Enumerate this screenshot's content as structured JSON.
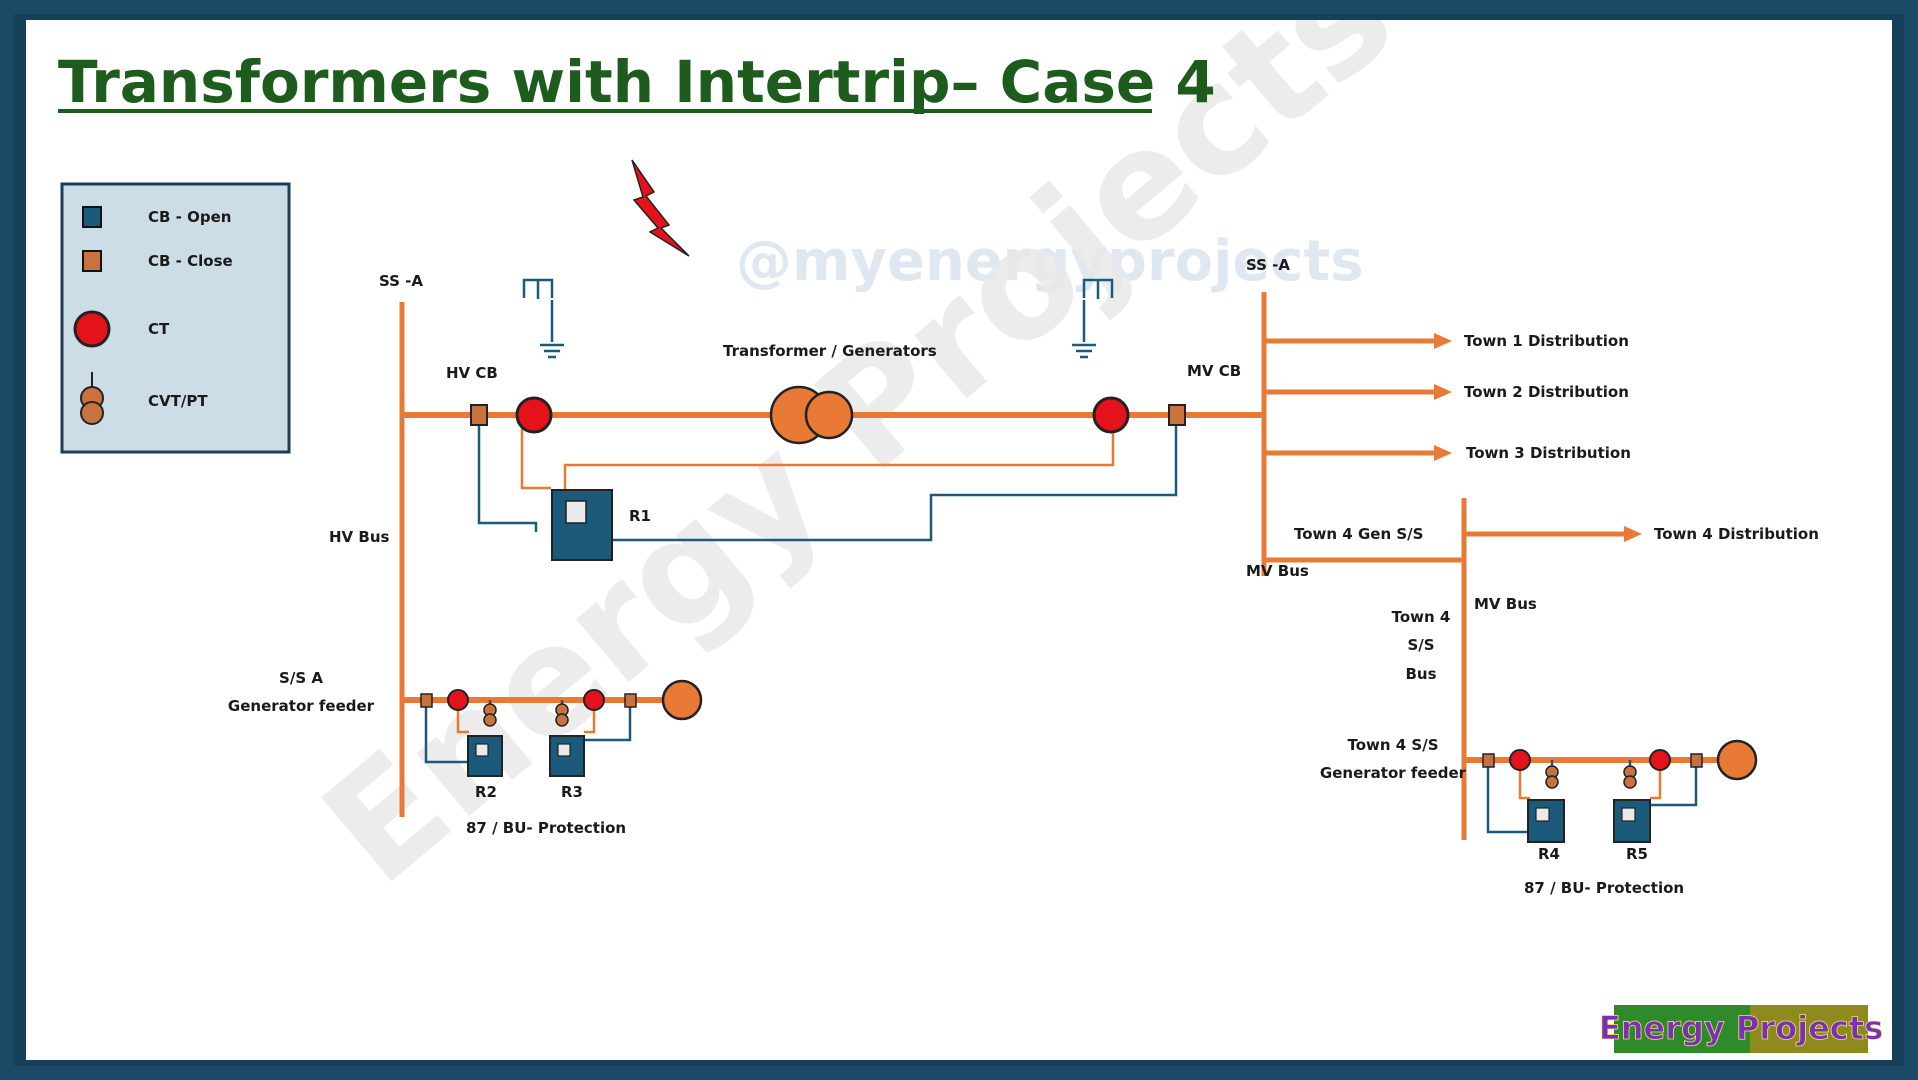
{
  "title": "Transformers  with Intertrip– Case 4",
  "watermarks": {
    "handle": "@myenergyprojects",
    "brand": "Energy Projects"
  },
  "brand_logo": {
    "text": "Energy Projects"
  },
  "legend": {
    "items": [
      {
        "icon": "cb-open-square",
        "label": "CB - Open",
        "color": "#1b5a7a"
      },
      {
        "icon": "cb-close-square",
        "label": "CB - Close",
        "color": "#c8733f"
      },
      {
        "icon": "ct-circle",
        "label": "CT",
        "color": "#e3121b"
      },
      {
        "icon": "cvt-pt-double-circle",
        "label": "CVT/PT",
        "color": "#c8733f"
      }
    ]
  },
  "labels": {
    "ss_a_left": "SS -A",
    "hv_bus": "HV Bus",
    "hv_cb": "HV CB",
    "transformer": "Transformer / Generators",
    "mv_cb": "MV CB",
    "ss_a_right": "SS -A",
    "mv_bus_1": "MV Bus",
    "town1": "Town 1 Distribution",
    "town2": "Town 2 Distribution",
    "town3": "Town 3 Distribution",
    "town4_gen": "Town 4 Gen S/S",
    "town4_dist": "Town 4 Distribution",
    "mv_bus_2": "MV Bus",
    "town4_ss_bus_1": "Town 4",
    "town4_ss_bus_2": "S/S",
    "town4_ss_bus_3": "Bus",
    "ssa_gen_feeder_1": "S/S A",
    "ssa_gen_feeder_2": "Generator feeder",
    "town4_gen_feeder_1": "Town 4 S/S",
    "town4_gen_feeder_2": "Generator feeder",
    "r1": "R1",
    "r2": "R2",
    "r3": "R3",
    "r4": "R4",
    "r5": "R5",
    "protection_left": "87 / BU- Protection",
    "protection_right": "87 / BU- Protection"
  },
  "colors": {
    "bus_orange": "#e87a36",
    "relay_blue": "#1b5a7a",
    "ct_red": "#e3121b",
    "title_green": "#1e5c1e",
    "legend_bg": "#ccdde6",
    "lightning": "#e3121b"
  }
}
